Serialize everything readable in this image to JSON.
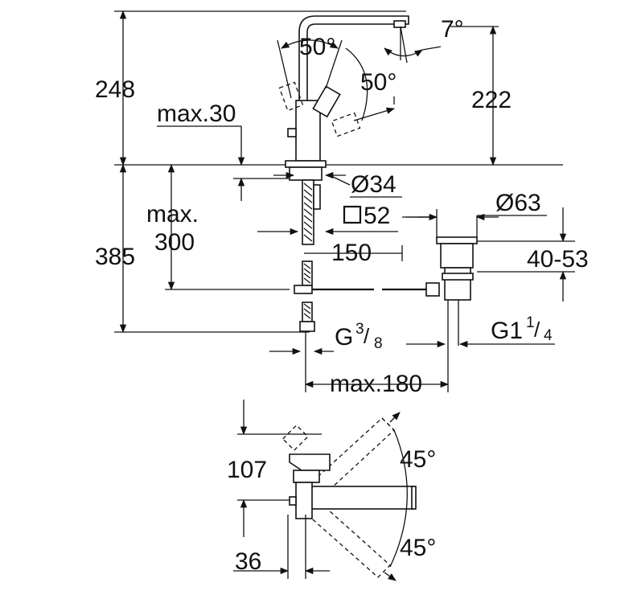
{
  "elevation": {
    "total_height": "248",
    "spout_height": "222",
    "spout_tilt_angle": "7°",
    "handle_angle_top": "50°",
    "handle_angle_side": "50°",
    "deck_thickness_max": "max.30",
    "below_deck_line1": "max.",
    "below_deck_line2": "300",
    "below_deck_total": "385",
    "hole_diameter": "Ø34",
    "base_square": "52",
    "pop_up_diameter": "Ø63",
    "pop_up_range": "40-53",
    "center_distance": "150",
    "supply_thread_main": "G",
    "supply_thread_num": "3",
    "supply_thread_den": "8",
    "waste_thread_main": "G1",
    "waste_thread_num": "1",
    "waste_thread_den": "4",
    "max_reach": "max.180"
  },
  "plan": {
    "depth": "107",
    "offset": "36",
    "swivel_angle_top": "45°",
    "swivel_angle_bottom": "45°"
  }
}
